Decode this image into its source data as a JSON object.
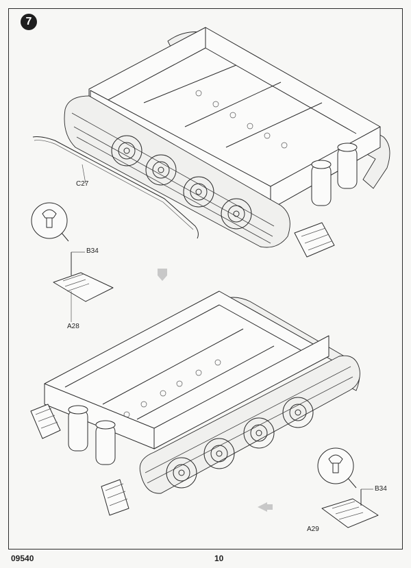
{
  "page": {
    "step_number": "7",
    "product_code": "09540",
    "page_number": "10"
  },
  "parts": {
    "c27": "C27",
    "b34_top": "B34",
    "a28": "A28",
    "b34_bottom": "B34",
    "a29": "A29"
  },
  "icons": {
    "wing_nut": "wing-nut-icon",
    "direction_arrow": "arrow-icon"
  }
}
